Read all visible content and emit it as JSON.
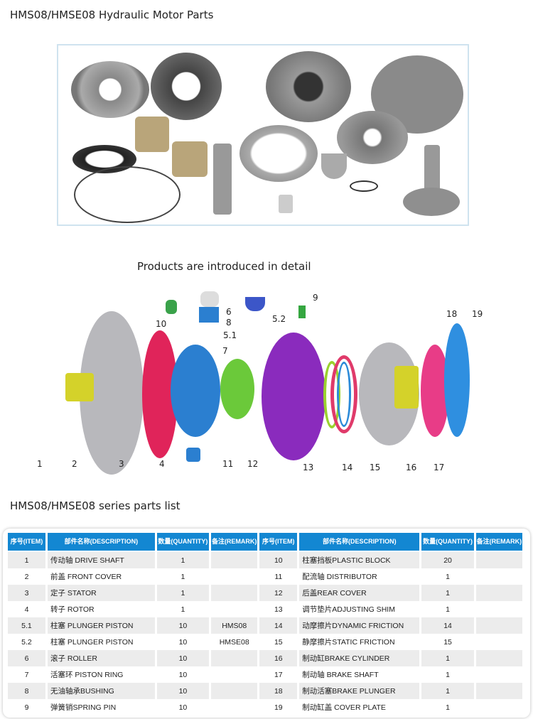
{
  "title": "HMS08/HMSE08 Hydraulic Motor Parts",
  "subtitle": "Products are introduced in detail",
  "list_title": "HMS08/HMSE08 series parts list",
  "diagram_labels": [
    "1",
    "2",
    "3",
    "4",
    "5.1",
    "5.2",
    "6",
    "7",
    "8",
    "9",
    "10",
    "11",
    "12",
    "13",
    "14",
    "15",
    "16",
    "17",
    "18",
    "19"
  ],
  "table": {
    "headers": [
      "序号(ITEM)",
      "部件名称(DESCRIPTION)",
      "数量(QUANTITY)",
      "备注(REMARK)",
      "序号(ITEM)",
      "部件名称(DESCRIPTION)",
      "数量(QUANTITY)",
      "备注(REMARK)"
    ],
    "rows": [
      [
        "1",
        "传动轴 DRIVE SHAFT",
        "1",
        "",
        "10",
        "柱塞挡板PLASTIC BLOCK",
        "20",
        ""
      ],
      [
        "2",
        "前盖 FRONT COVER",
        "1",
        "",
        "11",
        "配流轴 DISTRIBUTOR",
        "1",
        ""
      ],
      [
        "3",
        "定子 STATOR",
        "1",
        "",
        "12",
        "后盖REAR COVER",
        "1",
        ""
      ],
      [
        "4",
        "转子 ROTOR",
        "1",
        "",
        "13",
        "调节垫片ADJUSTING SHIM",
        "1",
        ""
      ],
      [
        "5.1",
        "柱塞 PLUNGER PISTON",
        "10",
        "HMS08",
        "14",
        "动摩擦片DYNAMIC FRICTION",
        "14",
        ""
      ],
      [
        "5.2",
        "柱塞 PLUNGER PISTON",
        "10",
        "HMSE08",
        "15",
        "静摩擦片STATIC FRICTION",
        "15",
        ""
      ],
      [
        "6",
        "滚子 ROLLER",
        "10",
        "",
        "16",
        "制动缸BRAKE CYLINDER",
        "1",
        ""
      ],
      [
        "7",
        "活塞环 PISTON RING",
        "10",
        "",
        "17",
        "制动轴 BRAKE SHAFT",
        "1",
        ""
      ],
      [
        "8",
        "无油轴承BUSHING",
        "10",
        "",
        "18",
        "制动活塞BRAKE PLUNGER",
        "1",
        ""
      ],
      [
        "9",
        "弹簧销SPRING PIN",
        "10",
        "",
        "19",
        "制动缸盖 COVER PLATE",
        "1",
        ""
      ]
    ]
  },
  "colors": {
    "header": "#1387d2",
    "stripe": "#ececec",
    "photo_border": "#cfe3ef"
  }
}
